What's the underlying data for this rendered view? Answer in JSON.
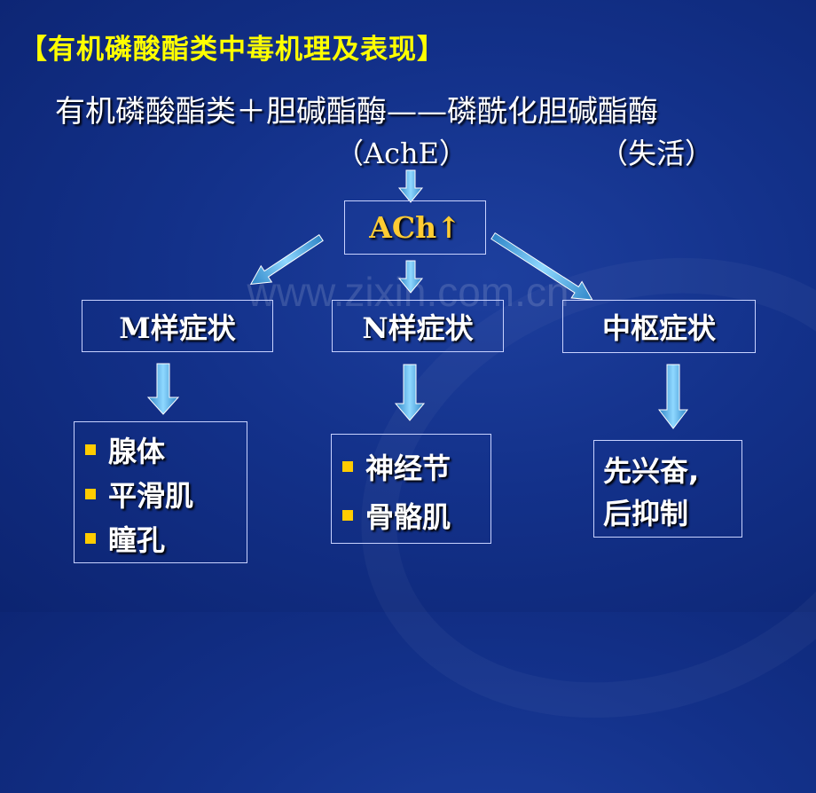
{
  "title": "【有机磷酸酯类中毒机理及表现】",
  "reaction": {
    "line": "有机磷酸酯类＋胆碱酯酶——磷酰化胆碱酯酶",
    "enzyme_note": "（AchE）",
    "result_note": "（失活）"
  },
  "center_node": "ACh↑",
  "branches": [
    {
      "label": "M样症状",
      "items": [
        "腺体",
        "平滑肌",
        "瞳孔"
      ]
    },
    {
      "label": "N样症状",
      "items": [
        "神经节",
        "骨骼肌"
      ]
    },
    {
      "label": "中枢症状",
      "lines": [
        "先兴奋,",
        "后抑制"
      ]
    }
  ],
  "watermark": "www.zixin.com.cn",
  "colors": {
    "background": "#13318a",
    "title": "#ffff00",
    "ach_text": "#ffcc33",
    "bullet": "#ffcc00",
    "arrow_fill": "#6fc6f5",
    "box_border": "#c8d2ff"
  }
}
